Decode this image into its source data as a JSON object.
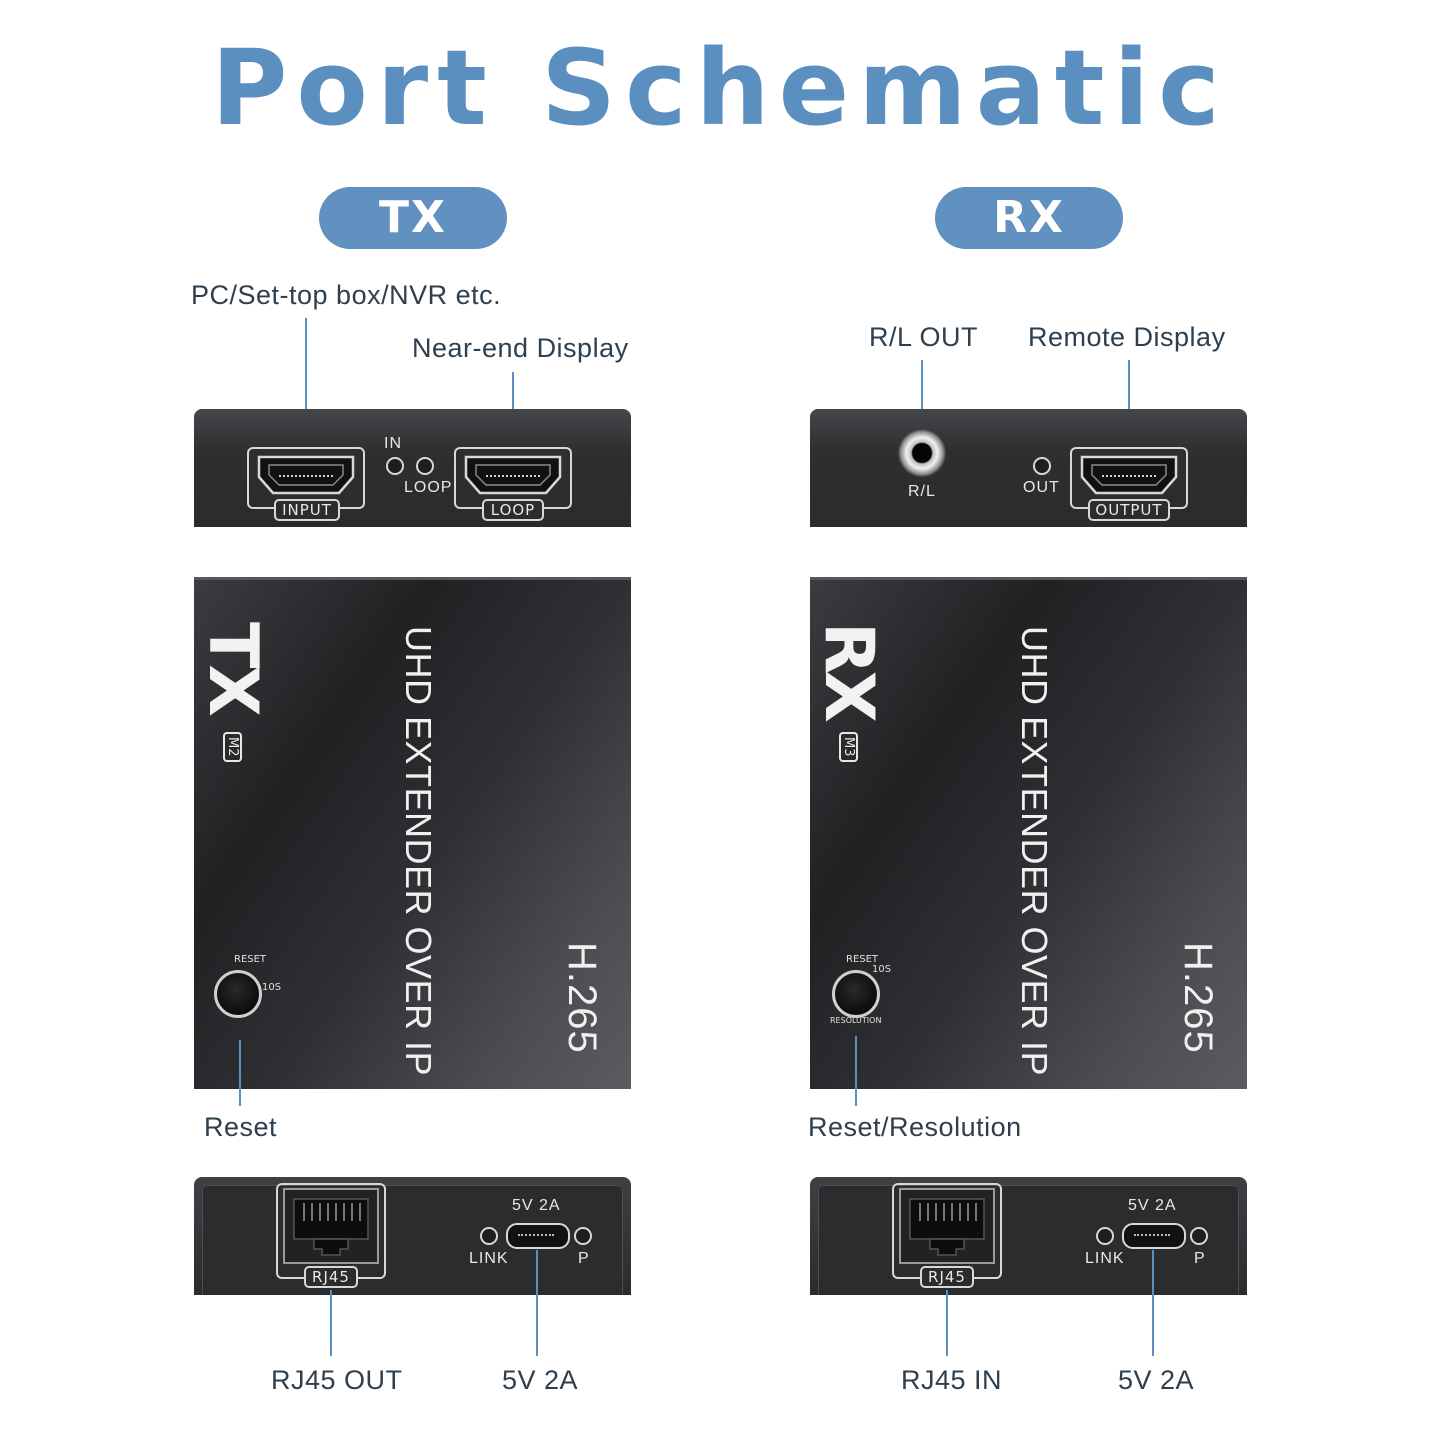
{
  "title": "Port Schematic",
  "tx": {
    "pill": "TX",
    "callouts": {
      "source": "PC/Set-top box/NVR etc.",
      "loop": "Near-end Display",
      "reset": "Reset",
      "rj45": "RJ45 OUT",
      "power": "5V 2A"
    },
    "top": {
      "in_led": "IN",
      "loop_led": "LOOP",
      "input_tag": "INPUT",
      "loop_tag": "LOOP"
    },
    "face": {
      "brand": "TX",
      "model": "M2",
      "product": "UHD EXTENDER OVER IP",
      "codec": "H.265",
      "button_label": "RESET",
      "button_time": "10S"
    },
    "bottom": {
      "rj45_tag": "RJ45",
      "power_label": "5V 2A",
      "link_led": "LINK",
      "p_led": "P"
    }
  },
  "rx": {
    "pill": "RX",
    "callouts": {
      "audio": "R/L OUT",
      "display": "Remote Display",
      "reset": "Reset/Resolution",
      "rj45": "RJ45 IN",
      "power": "5V 2A"
    },
    "top": {
      "audio_tag": "R/L",
      "out_led": "OUT",
      "output_tag": "OUTPUT"
    },
    "face": {
      "brand": "RX",
      "model": "M3",
      "product": "UHD EXTENDER OVER IP",
      "codec": "H.265",
      "button_label": "RESET",
      "button_alt": "RESOLUTION",
      "button_time": "10S"
    },
    "bottom": {
      "rj45_tag": "RJ45",
      "power_label": "5V 2A",
      "link_led": "LINK",
      "p_led": "P"
    }
  },
  "colors": {
    "accent": "#5b8fc0",
    "device": "#2b2c2e",
    "label": "#2e3f4e"
  }
}
